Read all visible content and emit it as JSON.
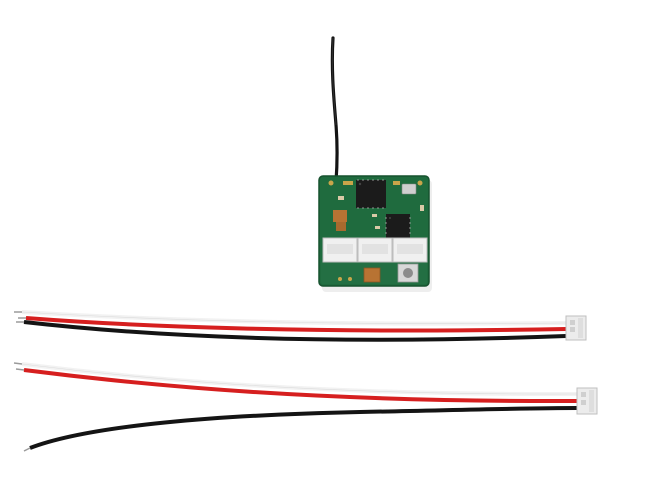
{
  "photo": {
    "background": "#ffffff",
    "subjects": [
      "receiver-board",
      "antenna-wire",
      "servo-lead-top",
      "servo-lead-bottom"
    ],
    "colors": {
      "pcb": "#1f6b3e",
      "pcb_edge": "#17522f",
      "wire_red": "#d61f1f",
      "wire_black": "#141414",
      "wire_white": "#f2f2f2",
      "connector": "#ececec",
      "chip": "#1b1b1b",
      "pad_gold": "#c9a54a",
      "copper": "#b87333"
    }
  }
}
